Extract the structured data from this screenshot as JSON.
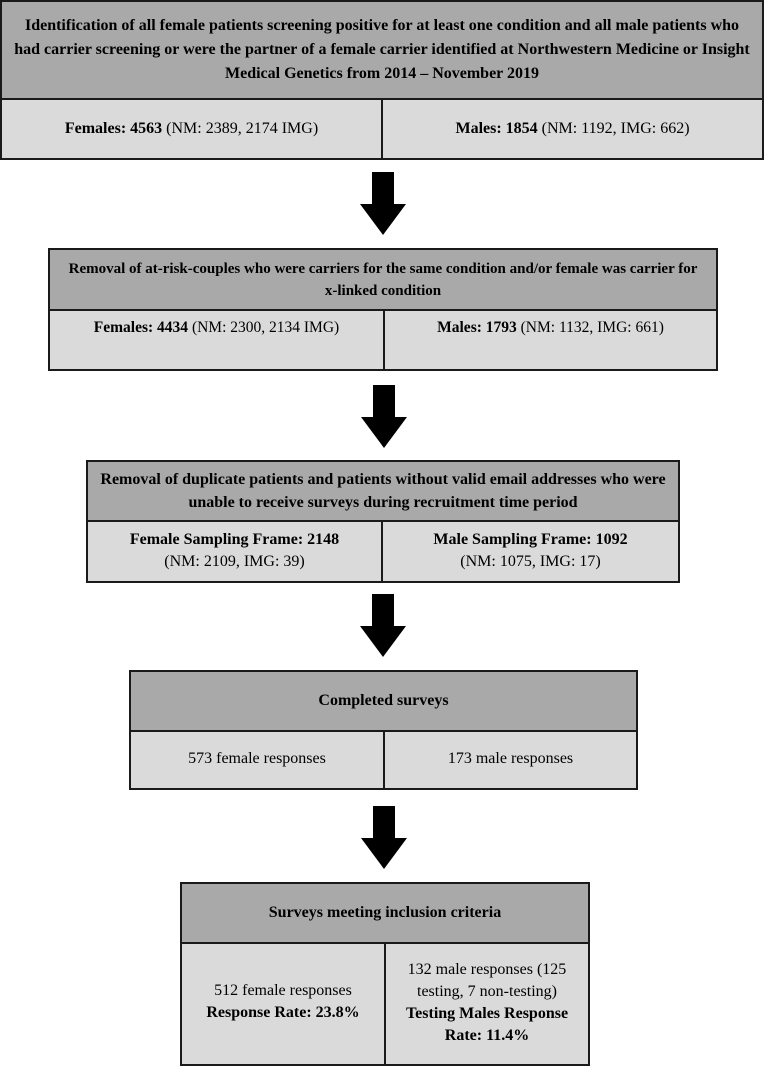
{
  "stages": [
    {
      "header": "Identification of all female patients screening positive for at least one condition and all male patients who had carrier screening or were the partner of a female carrier identified at Northwestern Medicine or Insight Medical Genetics from 2014 – November 2019",
      "female": {
        "label": "Females: 4563",
        "detail": " (NM: 2389, 2174 IMG)"
      },
      "male": {
        "label": "Males: 1854",
        "detail": " (NM: 1192, IMG: 662)"
      }
    },
    {
      "header": "Removal of at-risk-couples who were carriers for the same condition and/or female was carrier for x-linked condition",
      "female": {
        "label": "Females: 4434",
        "detail": " (NM: 2300, 2134 IMG)"
      },
      "male": {
        "label": "Males: 1793",
        "detail": " (NM: 1132, IMG: 661)"
      }
    },
    {
      "header": "Removal of duplicate patients and patients without valid email addresses who were unable to receive surveys during recruitment time period",
      "female": {
        "label": "Female Sampling Frame: 2148",
        "detail": "(NM: 2109, IMG: 39)"
      },
      "male": {
        "label": "Male Sampling Frame: 1092",
        "detail": "(NM: 1075, IMG: 17)"
      }
    },
    {
      "header": "Completed surveys",
      "female": {
        "text": "573 female responses"
      },
      "male": {
        "text": "173 male responses"
      }
    },
    {
      "header": "Surveys meeting inclusion criteria",
      "female": {
        "text": "512 female responses",
        "rate": "Response Rate: 23.8%"
      },
      "male": {
        "text": "132 male responses (125 testing, 7 non-testing)",
        "rate": "Testing Males Response Rate: 11.4%"
      }
    }
  ],
  "colors": {
    "header_fill": "#a9a9a9",
    "cell_fill": "#dadada",
    "border": "#1a1a1a",
    "arrow": "#000000"
  }
}
